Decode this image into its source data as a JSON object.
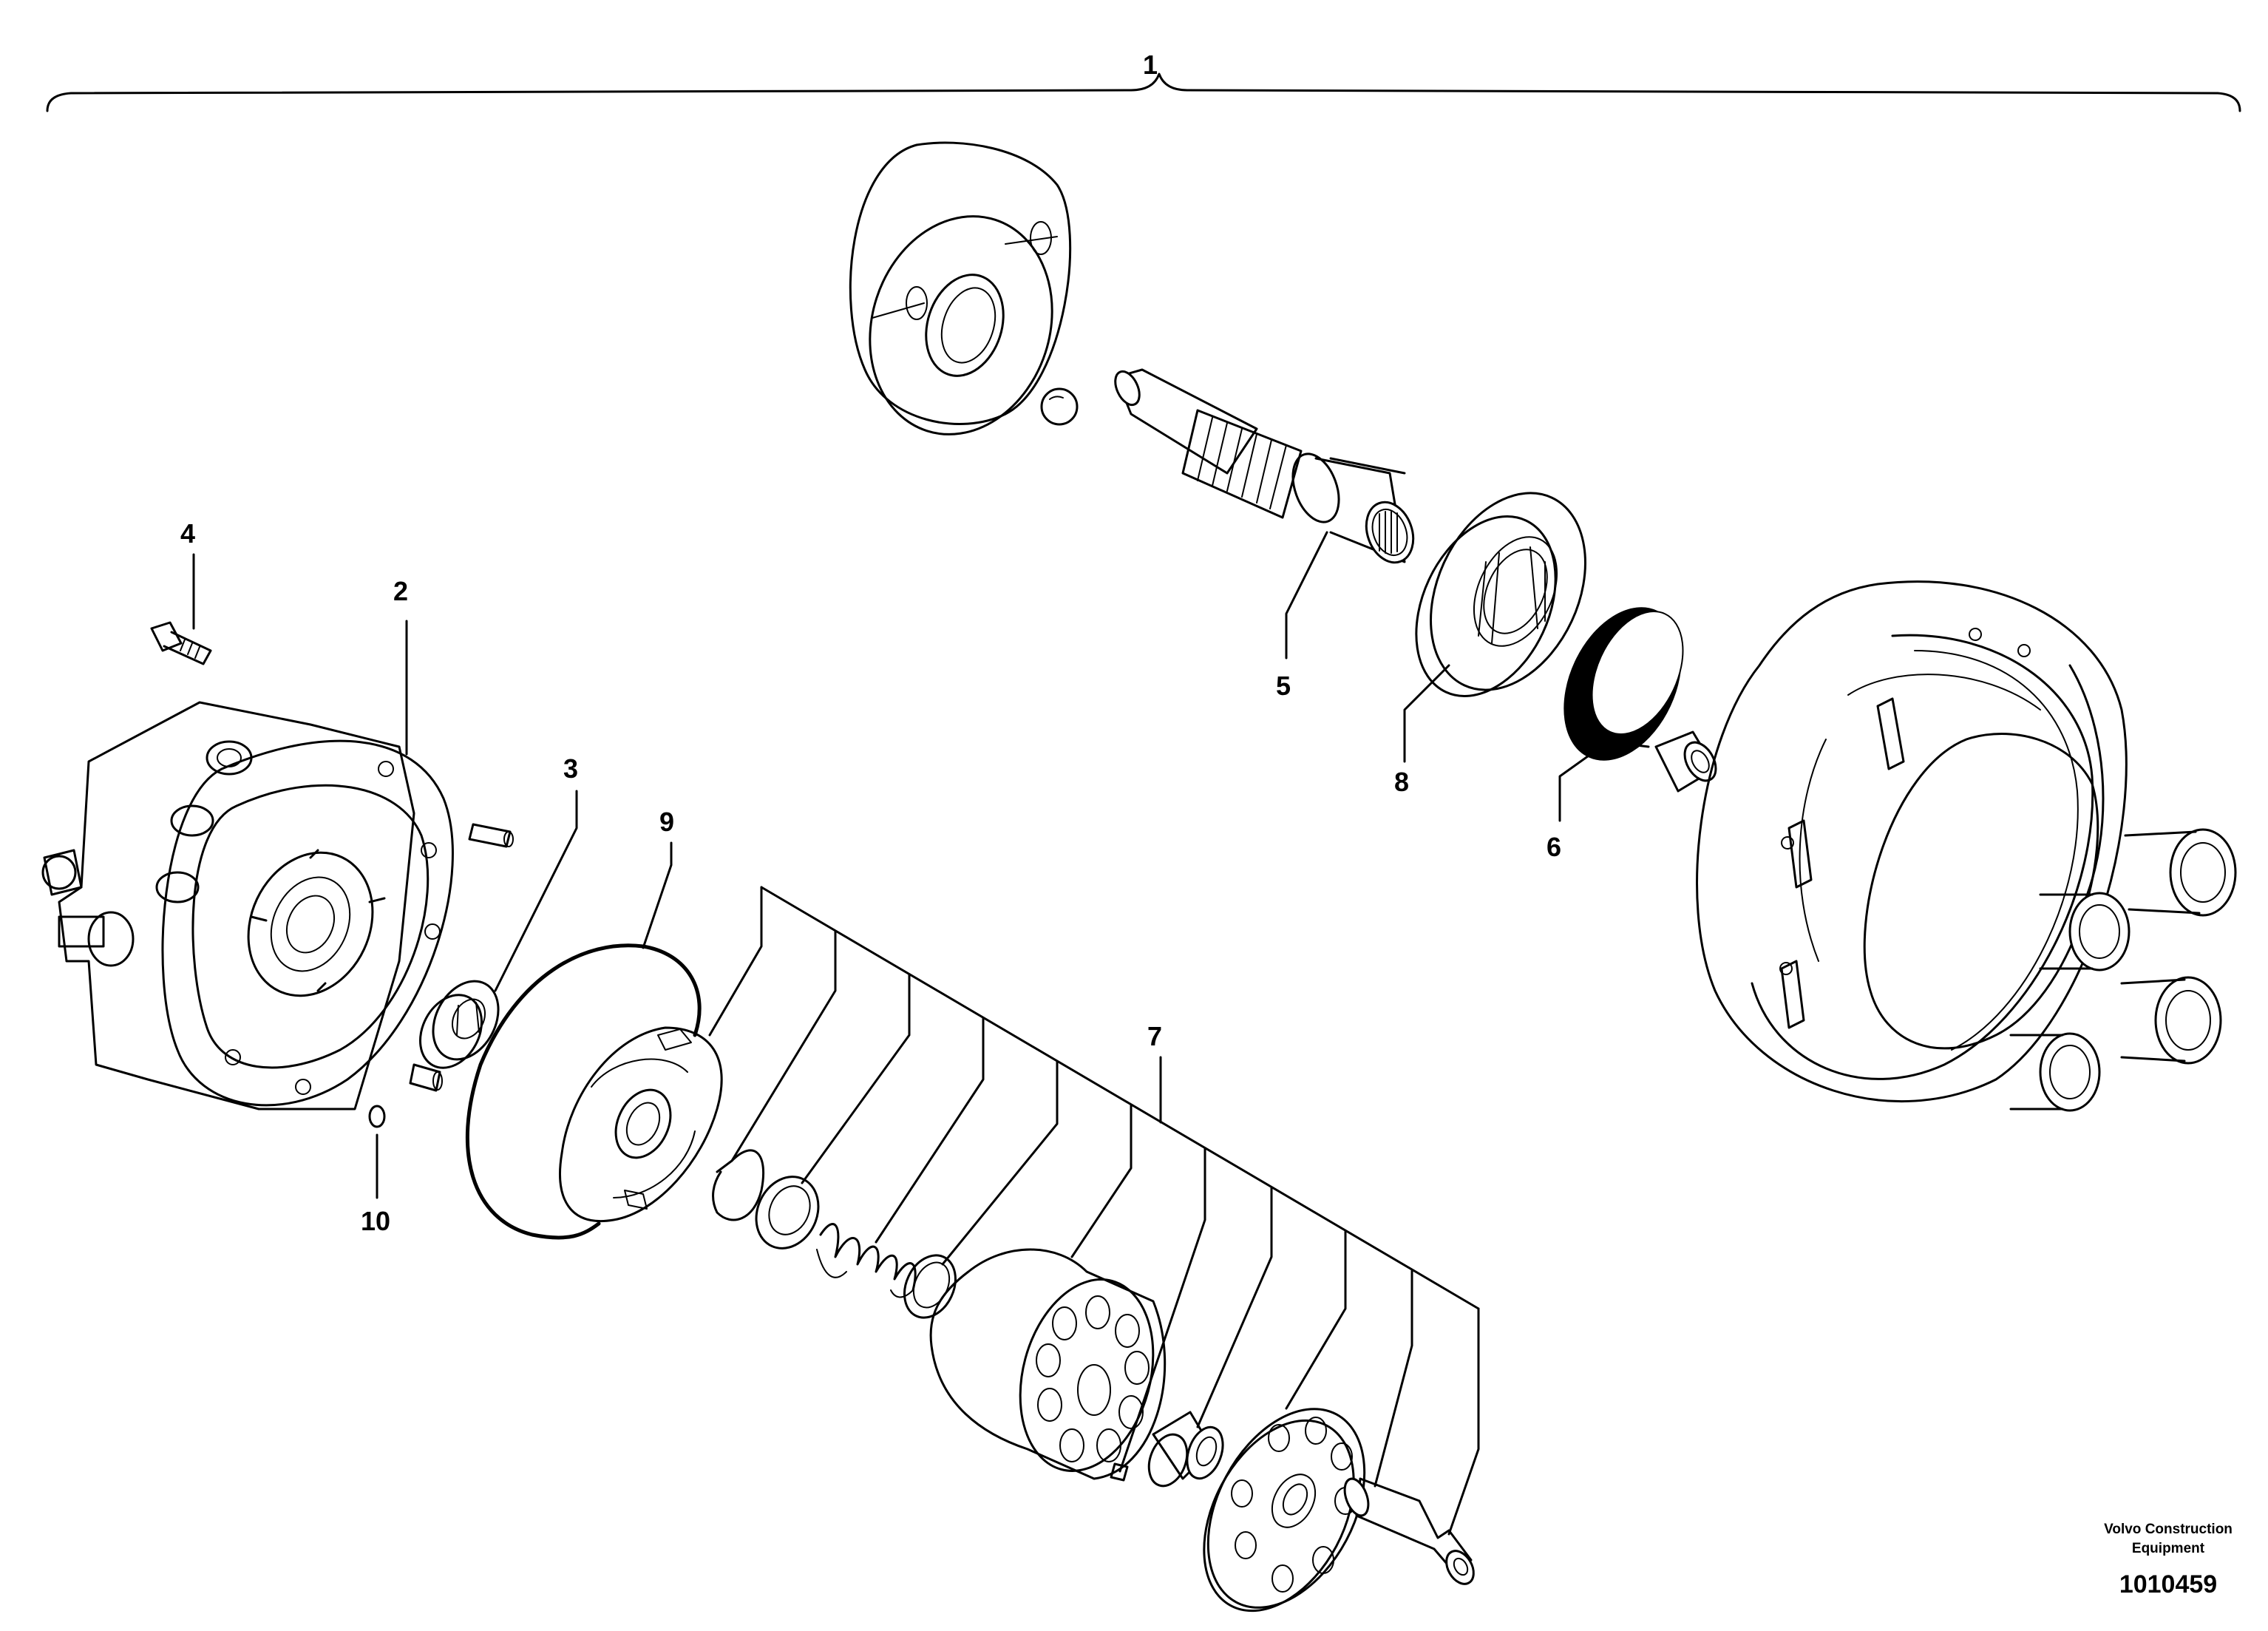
{
  "callouts": {
    "c1": "1",
    "c2": "2",
    "c3": "3",
    "c4": "4",
    "c5": "5",
    "c6": "6",
    "c7": "7",
    "c8": "8",
    "c9": "9",
    "c10": "10"
  },
  "footer": {
    "brand_line1": "Volvo Construction",
    "brand_line2": "Equipment",
    "drawing_number": "1010459"
  }
}
